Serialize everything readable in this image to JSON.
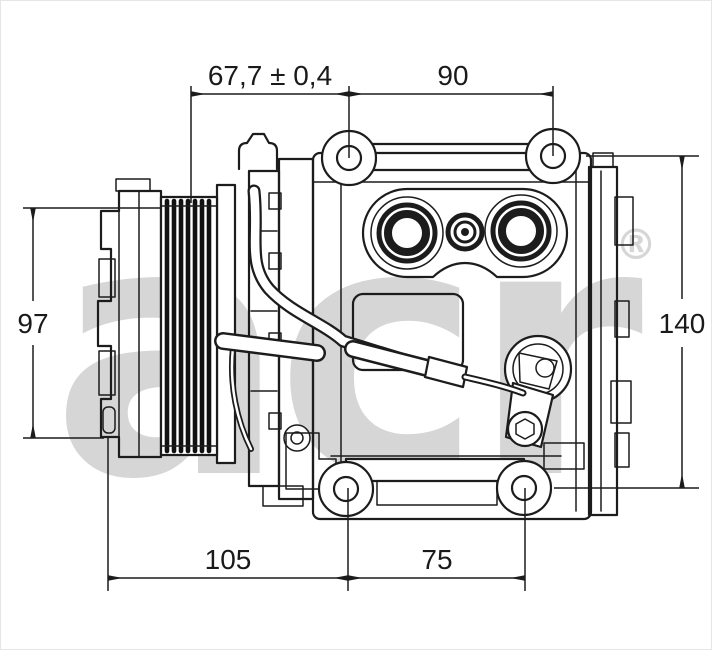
{
  "drawing": {
    "subject": "A/C compressor technical line drawing, side view with pulley",
    "line_color": "#1c1c1c",
    "background_color": "#ffffff"
  },
  "watermark": {
    "text": "acr",
    "registered_mark": "®",
    "color": "#d6d6d6"
  },
  "dimensions": {
    "top_left_width": "67,7 ± 0,4",
    "top_right_width": "90",
    "left_height": "97",
    "right_height": "140",
    "bottom_left_width": "105",
    "bottom_right_width": "75"
  }
}
